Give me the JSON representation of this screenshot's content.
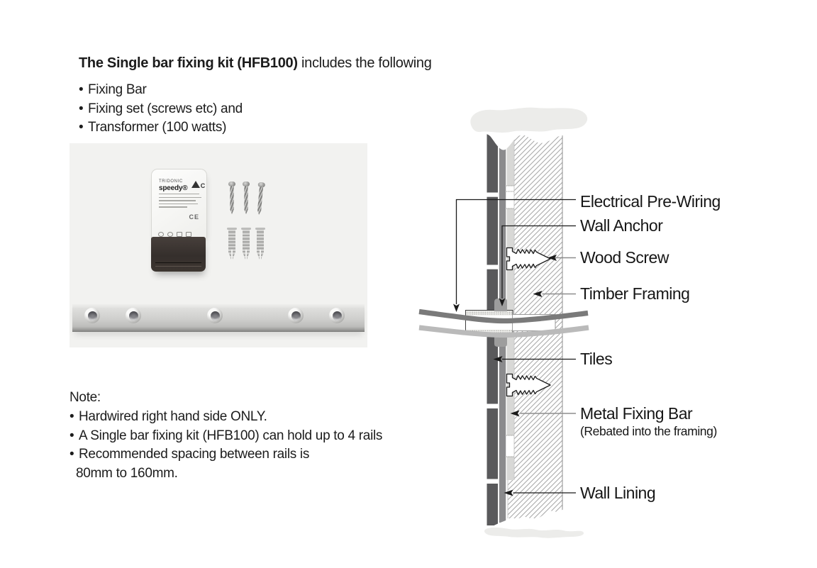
{
  "intro": {
    "title_strong": "The Single bar fixing kit (HFB100)",
    "title_rest": " includes the following",
    "bullet_char": "•",
    "bullets": [
      "Fixing Bar",
      "Fixing set (screws etc) and",
      "Transformer (100 watts)"
    ]
  },
  "photo": {
    "transformer_brand": "TRIDONIC",
    "transformer_model": "speedy®",
    "cert_mark": "CE",
    "screw_count": 3,
    "anchor_count": 3,
    "bar_hole_count": 5
  },
  "note": {
    "heading": "Note:",
    "items": [
      "Hardwired right hand side ONLY.",
      "A Single bar fixing kit (HFB100) can hold up to 4 rails",
      "Recommended spacing between rails is",
      "80mm to 160mm."
    ]
  },
  "diagram": {
    "labels": {
      "electrical": "Electrical Pre-Wiring",
      "wall_anchor": "Wall Anchor",
      "wood_screw": "Wood Screw",
      "timber_framing": "Timber Framing",
      "tiles": "Tiles",
      "metal_fixing_bar": "Metal Fixing Bar",
      "metal_fixing_bar_sub": "(Rebated into the framing)",
      "wall_lining": "Wall Lining"
    },
    "colors": {
      "tile": "#59595b",
      "lining": "#8b8b8d",
      "fixing_bar": "#d8d8d6",
      "hatch_line": "#a9a9a9",
      "cable_dark": "#7a7a7a",
      "cable_light": "#bababa",
      "anchor_piece": "#9d9d9d",
      "leader_gray": "#8e8e8e",
      "ink": "#1a1a1a",
      "torn_blob": "#ececea"
    }
  }
}
